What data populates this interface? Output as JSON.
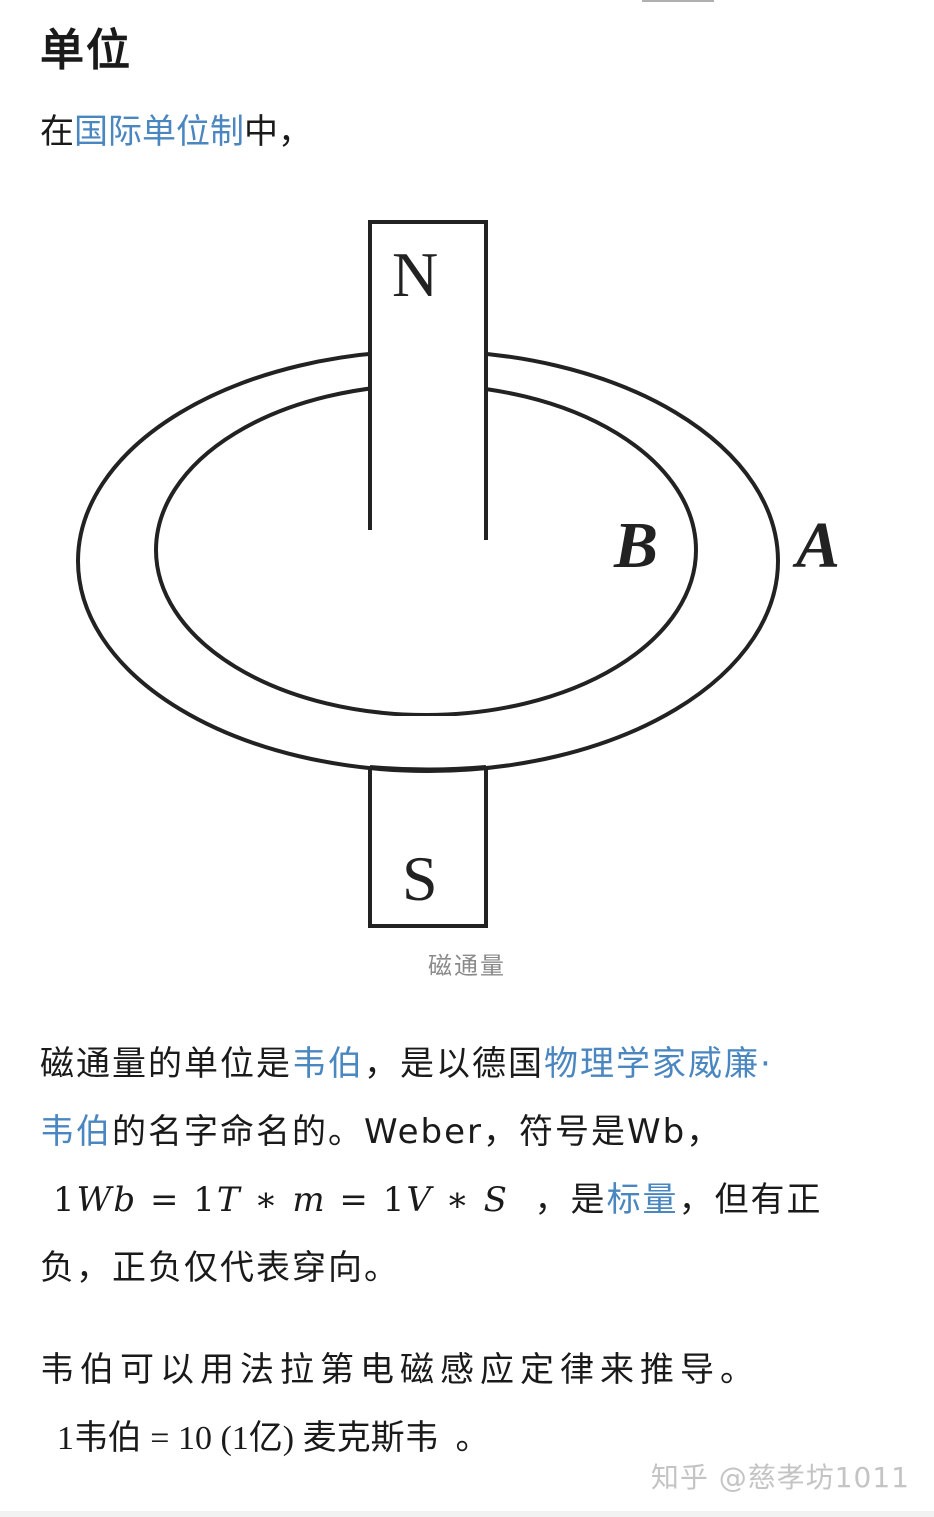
{
  "section": {
    "title": "单位"
  },
  "intro": {
    "prefix": "在",
    "link": "国际单位制",
    "suffix": "中，"
  },
  "figure": {
    "labels": {
      "north": "N",
      "south": "S",
      "inner_ring": "B",
      "outer_ring": "A"
    },
    "caption": "磁通量"
  },
  "paragraph1": {
    "t1": "磁通量的单位是",
    "link1": "韦伯",
    "t2": "，是以德国",
    "link2": "物理学家威廉·",
    "link3": "韦伯",
    "t3": "的名字命名的。Weber，符号是Wb，",
    "formula": {
      "p1": "1",
      "p2": "Wb",
      "p3": " = ",
      "p4": "1",
      "p5": "T",
      "p6": " ∗ ",
      "p7": "m",
      "p8": " = ",
      "p9": "1",
      "p10": "V",
      "p11": " ∗ ",
      "p12": "S"
    },
    "t4": " ，是",
    "link4": "标量",
    "t5": "，但有正",
    "t6": "负，正负仅代表穿向。"
  },
  "paragraph2": {
    "line1": "韦伯可以用法拉第电磁感应定律来推导。",
    "eq_prefix": "1韦伯 = 10 (1亿) 麦克斯韦",
    "eq_suffix": " 。"
  },
  "watermark": "知乎 @慈孝坊1011",
  "colors": {
    "text": "#1a1a1a",
    "link": "#4a86c0",
    "caption": "#8a8a8a",
    "watermark": "#c4c4c4"
  }
}
